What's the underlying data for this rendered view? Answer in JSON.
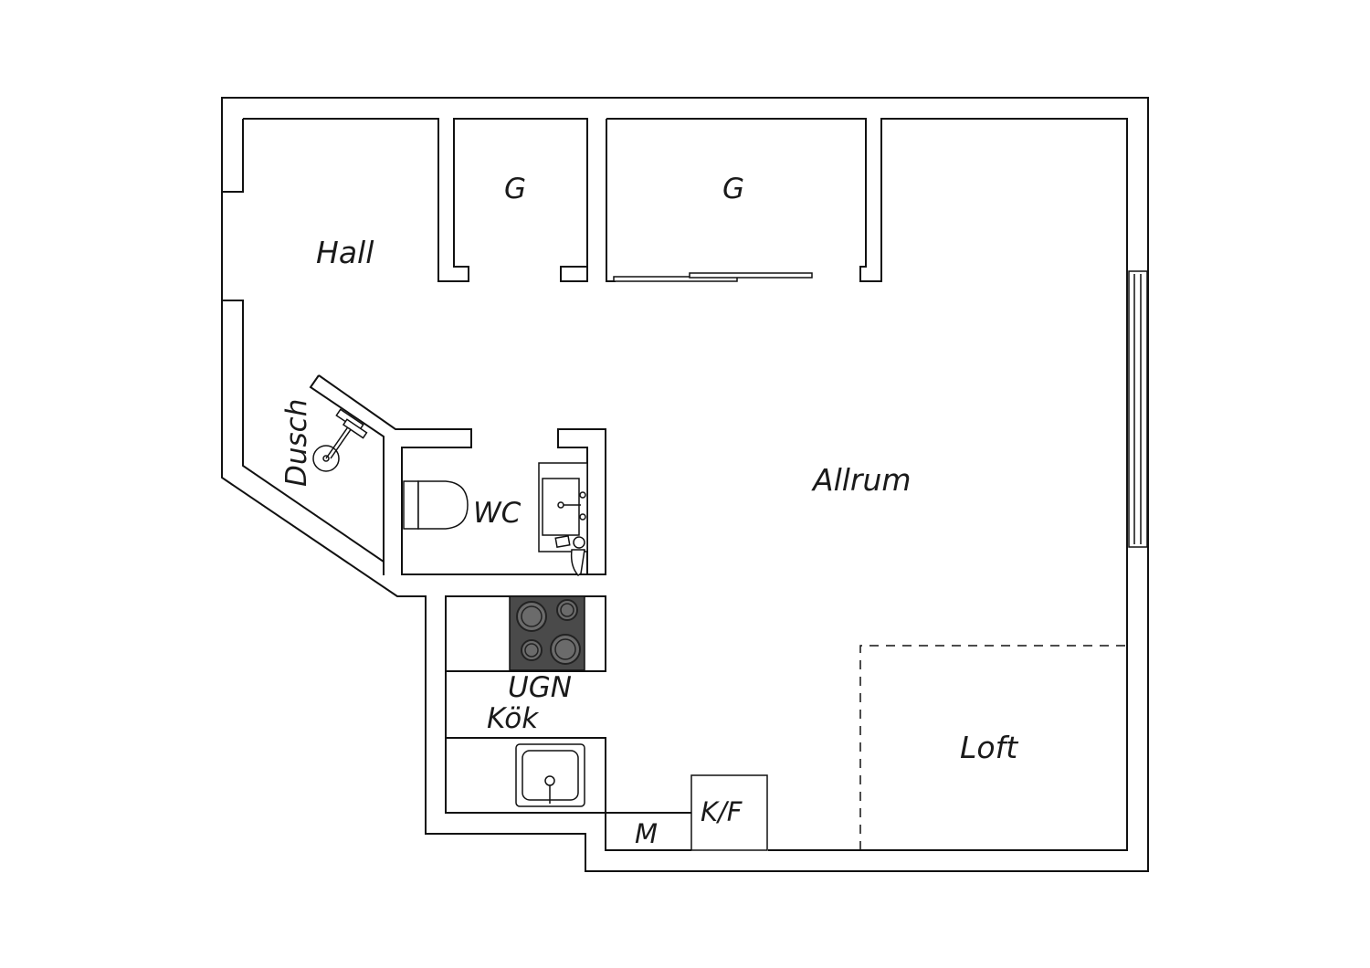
{
  "rooms": {
    "hall": "Hall",
    "closet1": "G",
    "closet2": "G",
    "living": "Allrum",
    "shower": "Dusch",
    "wc": "WC",
    "oven": "UGN",
    "kitchen": "Kök",
    "loft": "Loft",
    "fridge": "K/F",
    "microwave": "M"
  },
  "colors": {
    "wall": "#111111",
    "stovetop": "#4a4a4a",
    "burner": "#6b6b6b"
  }
}
